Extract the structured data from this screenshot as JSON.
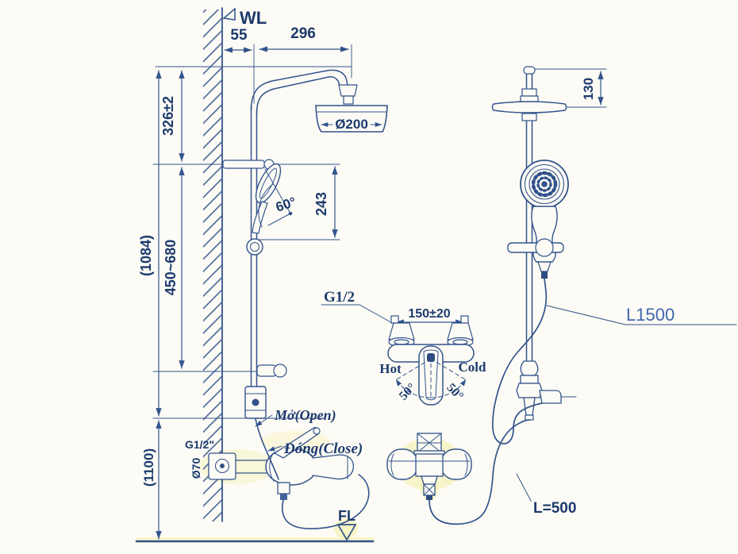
{
  "drawing": {
    "type": "technical-installation-drawing",
    "subject": "rain shower column with hand shower and bath mixer",
    "colors": {
      "ink": "#32538c",
      "text": "#1d3a6e",
      "highlight": "#f3ee9e",
      "background": "#fcfbf5"
    },
    "left_view": {
      "water_line_label": "WL",
      "floor_label": "FL",
      "open_label": "Mở(Open)",
      "close_label": "Đóng(Close)",
      "thread_label": "G1/2\"",
      "flange_diameter": "Ø70",
      "angle_label": "60°",
      "dims": {
        "wall_offset": "55",
        "arm_reach": "296",
        "head_diameter": "Ø200",
        "head_to_holder": "326±2",
        "slide_range": "450~680",
        "overall_height": "(1084)",
        "mixer_height": "(1100)",
        "hand_shower_drop": "243"
      }
    },
    "detail_view": {
      "thread_label": "G1/2",
      "inlet_spacing": "150±20",
      "hot_label": "Hot",
      "cold_label": "Cold",
      "swing_left": "50°",
      "swing_right": "50°"
    },
    "right_view": {
      "head_height": "130",
      "shower_hose_length": "L1500",
      "mixer_hose_length": "L=500"
    }
  }
}
